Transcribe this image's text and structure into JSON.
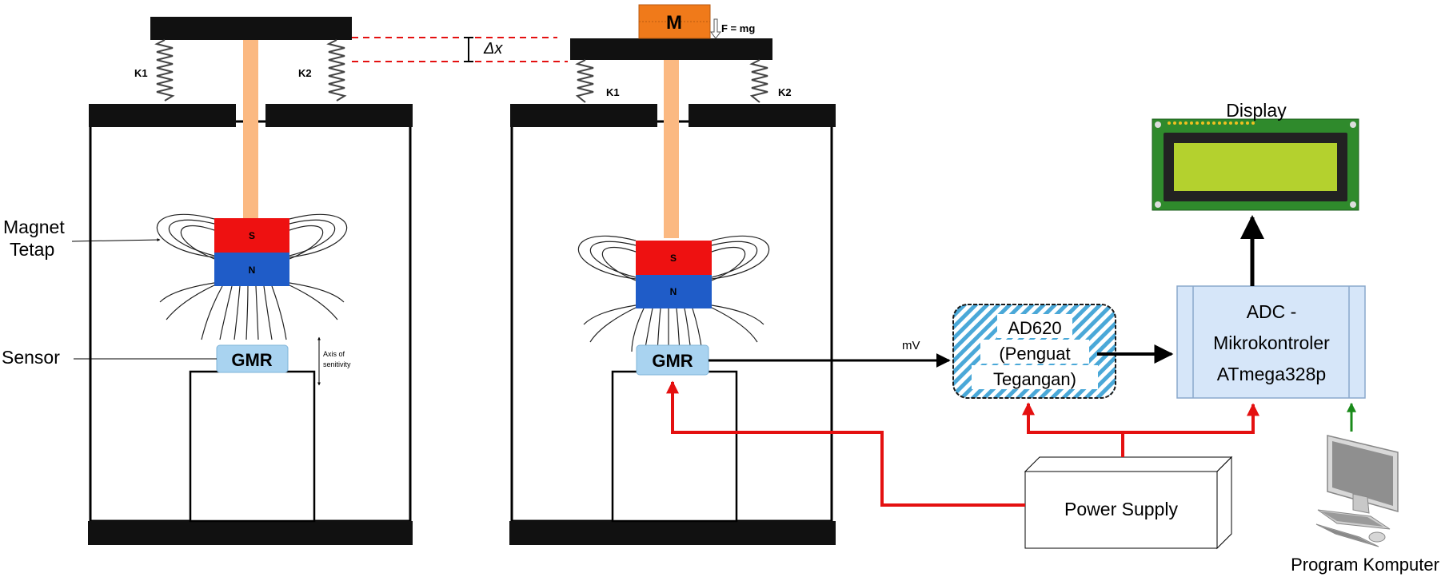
{
  "left_rig": {
    "spring_left": "K1",
    "spring_right": "K2",
    "displacement": "Δx",
    "magnet_top": "S",
    "magnet_bottom": "N",
    "sensor": "GMR",
    "axis_note_line1": "Axis of",
    "axis_note_line2": "senitivity",
    "label_magnet_line1": "Magnet",
    "label_magnet_line2": "Tetap",
    "label_sensor": "Sensor"
  },
  "right_rig": {
    "mass": "M",
    "force": "F = mg",
    "spring_left": "K1",
    "spring_right": "K2",
    "magnet_top": "S",
    "magnet_bottom": "N",
    "sensor": "GMR"
  },
  "blocks": {
    "amplifier_line1": "AD620",
    "amplifier_line2": "(Penguat",
    "amplifier_line3": "Tegangan)",
    "mcu_line1": "ADC -",
    "mcu_line2": "Mikrokontroler",
    "mcu_line3": "ATmega328p",
    "display": "Display",
    "power": "Power Supply",
    "computer": "Program Komputer",
    "signal_unit": "mV"
  },
  "colors": {
    "magnet_south": "#ee1111",
    "magnet_north": "#1f5cc8",
    "gmr": "#a9d3f0",
    "rod": "#fbb982",
    "mass": "#f07a1a",
    "power_line": "#e41010",
    "pc_line": "#1a8a1a",
    "lcd_board": "#2f8a2c",
    "lcd_screen": "#b4d12e"
  }
}
